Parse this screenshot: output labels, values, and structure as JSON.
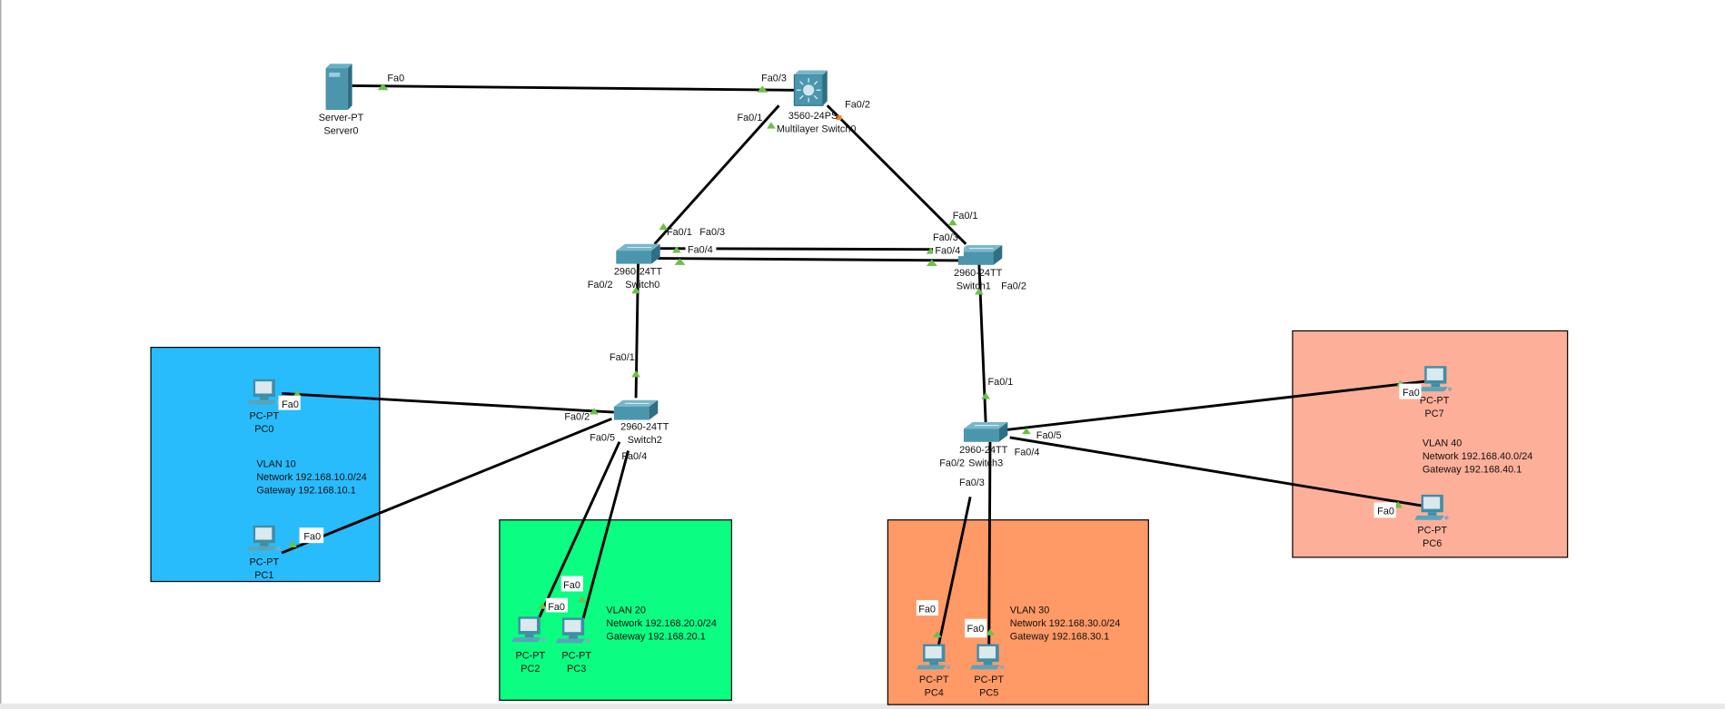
{
  "devices": {
    "server0": {
      "model": "Server-PT",
      "name": "Server0"
    },
    "mls": {
      "model": "3560-24PS",
      "name": "Multilayer Switch0"
    },
    "switch0": {
      "model": "2960-24TT",
      "name": "Switch0"
    },
    "switch1": {
      "model": "2960-24TT",
      "name": "Switch1"
    },
    "switch2": {
      "model": "2960-24TT",
      "name": "Switch2"
    },
    "switch3": {
      "model": "2960-24TT",
      "name": "Switch3"
    },
    "pc0": {
      "model": "PC-PT",
      "name": "PC0"
    },
    "pc1": {
      "model": "PC-PT",
      "name": "PC1"
    },
    "pc2": {
      "model": "PC-PT",
      "name": "PC2"
    },
    "pc3": {
      "model": "PC-PT",
      "name": "PC3"
    },
    "pc4": {
      "model": "PC-PT",
      "name": "PC4"
    },
    "pc5": {
      "model": "PC-PT",
      "name": "PC5"
    },
    "pc6": {
      "model": "PC-PT",
      "name": "PC6"
    },
    "pc7": {
      "model": "PC-PT",
      "name": "PC7"
    }
  },
  "ports": {
    "server_fa0": "Fa0",
    "mls_fa03": "Fa0/3",
    "mls_fa01": "Fa0/1",
    "mls_fa02": "Fa0/2",
    "sw0_fa01": "Fa0/1",
    "sw0_fa03": "Fa0/3",
    "sw0_fa04": "Fa0/4",
    "sw0_fa02": "Fa0/2",
    "sw1_fa01": "Fa0/1",
    "sw1_fa03": "Fa0/3",
    "sw1_fa04": "Fa0/4",
    "sw1_fa02": "Fa0/2",
    "sw2_fa01": "Fa0/1",
    "sw2_fa02": "Fa0/2",
    "sw2_fa05": "Fa0/5",
    "sw2_fa04": "Fa0/4",
    "sw3_fa01": "Fa0/1",
    "sw3_fa05": "Fa0/5",
    "sw3_fa04": "Fa0/4",
    "sw3_fa02": "Fa0/2",
    "sw3_fa03": "Fa0/3",
    "pc0_fa0": "Fa0",
    "pc1_fa0": "Fa0",
    "pc2_fa0": "Fa0",
    "pc3_fa0": "Fa0",
    "pc4_fa0": "Fa0",
    "pc5_fa0": "Fa0",
    "pc6_fa0": "Fa0",
    "pc7_fa0": "Fa0"
  },
  "vlans": [
    {
      "title": "VLAN 10",
      "network": "Network 192.168.10.0/24",
      "gateway": "Gateway 192.168.10.1",
      "color": "#29bcfd"
    },
    {
      "title": "VLAN 20",
      "network": "Network 192.168.20.0/24",
      "gateway": "Gateway 192.168.20.1",
      "color": "#0bfd82"
    },
    {
      "title": "VLAN 30",
      "network": "Network 192.168.30.0/24",
      "gateway": "Gateway 192.168.30.1",
      "color": "#ff9966"
    },
    {
      "title": "VLAN 40",
      "network": "Network 192.168.40.0/24",
      "gateway": "Gateway 192.168.40.1",
      "color": "#fdaf99"
    }
  ],
  "colors": {
    "link": "#000000",
    "port_up": "#6cc04a",
    "port_down": "#f07a2a",
    "device": "#4b96ad"
  }
}
